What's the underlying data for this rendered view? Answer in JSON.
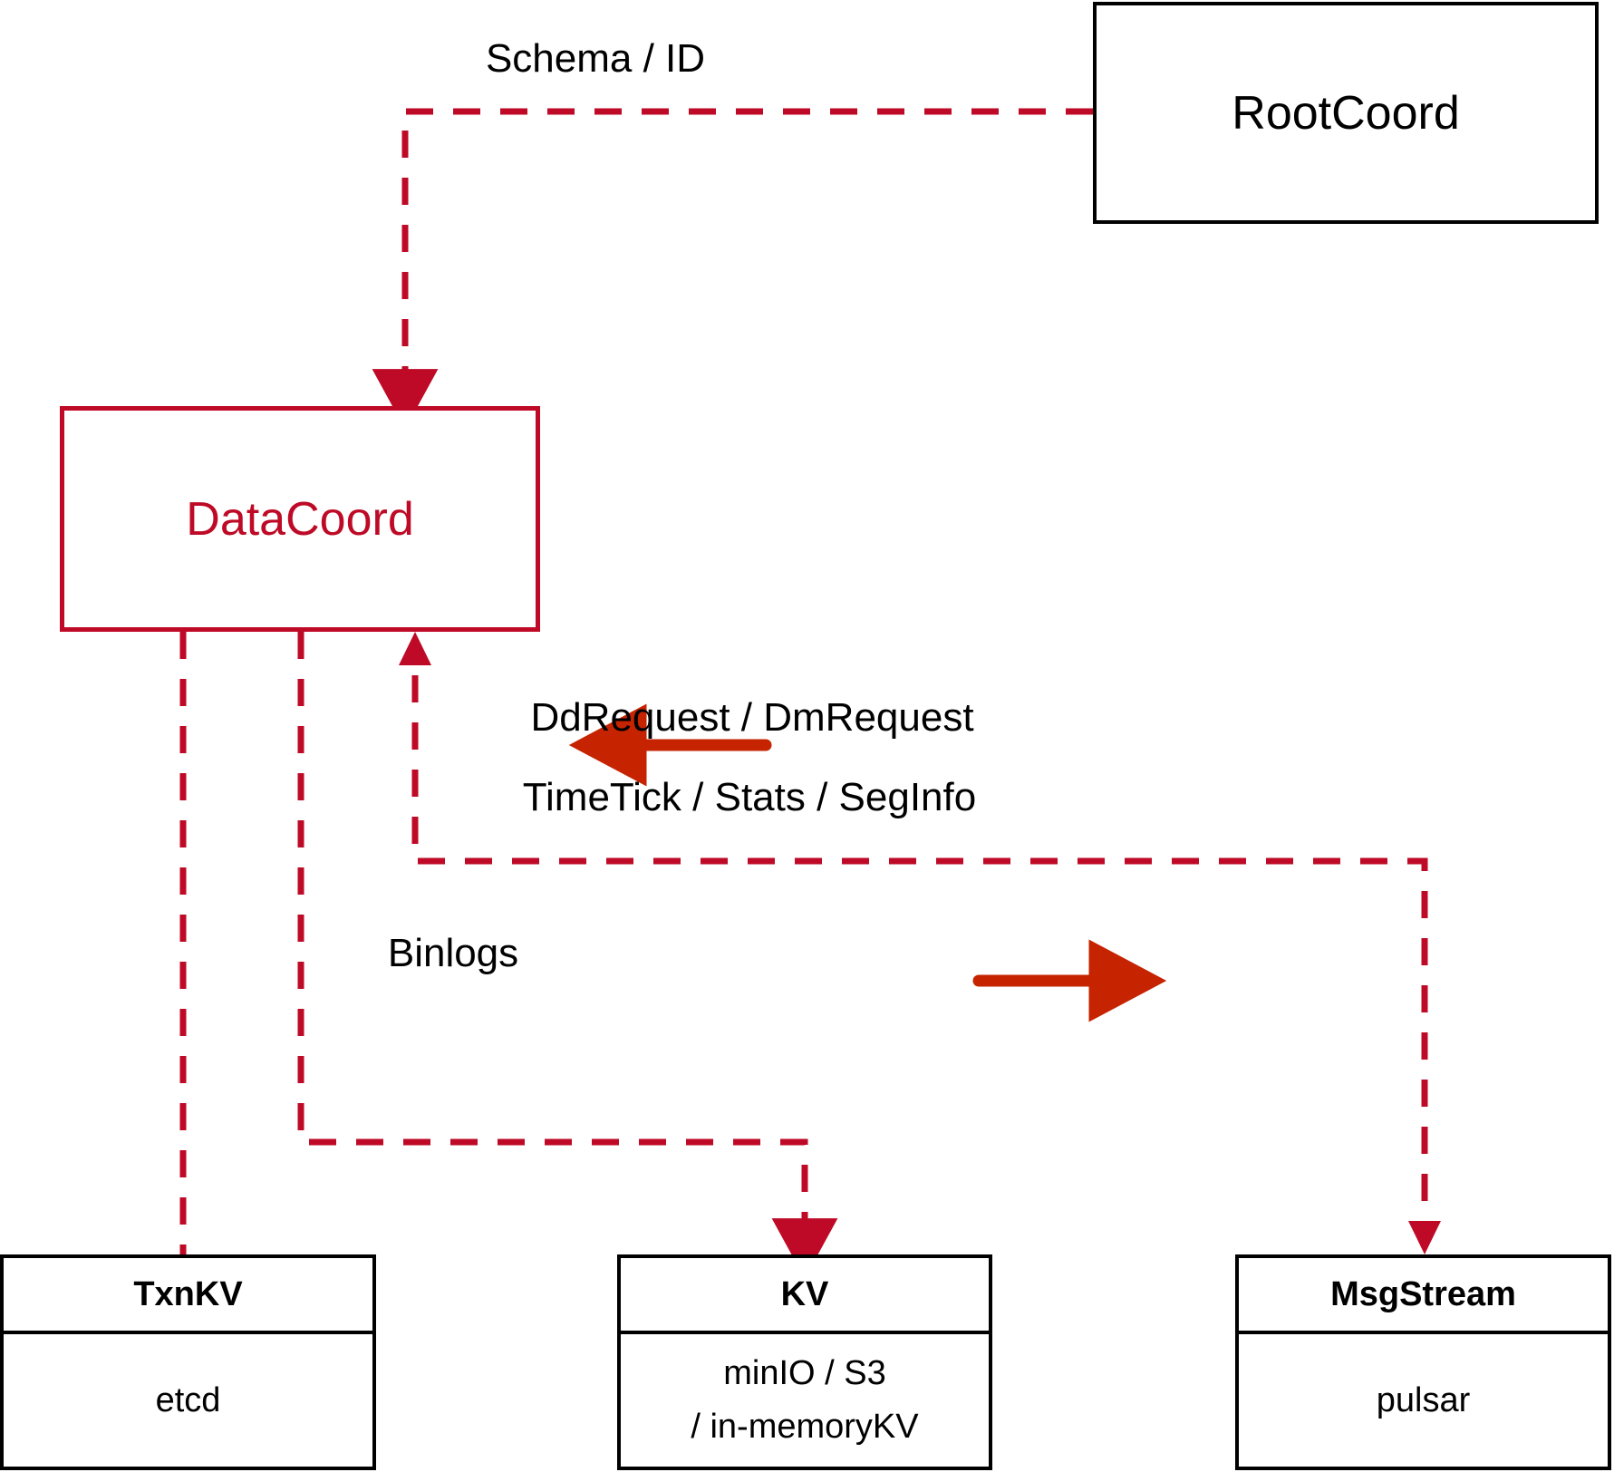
{
  "diagram": {
    "title": "DataCoord architecture",
    "colors": {
      "accent_red": "#BE0A26",
      "solid_arrow_red": "#C62300",
      "outline_black": "#000000",
      "background": "#FFFFFF"
    }
  },
  "nodes": {
    "rootcoord": {
      "label": "RootCoord"
    },
    "datacoord": {
      "label": "DataCoord"
    },
    "txnkv": {
      "title": "TxnKV",
      "impl_line_1": "etcd"
    },
    "kv": {
      "title": "KV",
      "impl_line_1": "minIO / S3",
      "impl_line_2": "/ in-memoryKV"
    },
    "msgstream": {
      "title": "MsgStream",
      "impl_line_1": "pulsar"
    }
  },
  "edges": {
    "schema_id": {
      "label": "Schema / ID",
      "from": "rootcoord",
      "to": "datacoord",
      "style": "dashed"
    },
    "ddrequest": {
      "label": "DdRequest / DmRequest",
      "direction": "left",
      "style": "solid-arrow"
    },
    "timetick": {
      "label": "TimeTick / Stats / SegInfo",
      "direction": "right",
      "style": "solid-arrow"
    },
    "binlogs": {
      "label": "Binlogs",
      "from": "datacoord",
      "to": "kv",
      "style": "dashed"
    },
    "datacoord_txnkv": {
      "label": "",
      "from": "datacoord",
      "to": "txnkv",
      "style": "dashed"
    },
    "datacoord_msgstream": {
      "label": "",
      "from": "datacoord",
      "to": "msgstream",
      "style": "dashed"
    }
  }
}
